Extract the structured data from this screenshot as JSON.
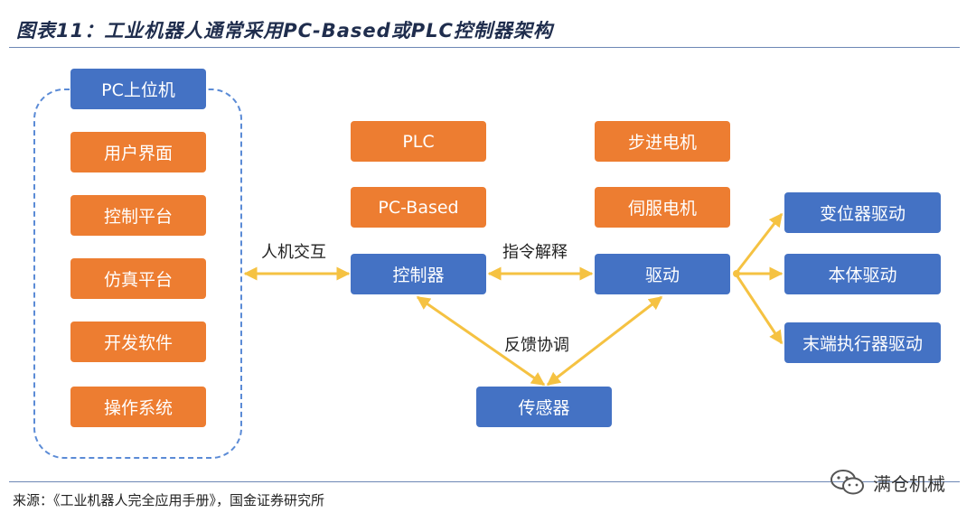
{
  "title": "图表11：工业机器人通常采用PC-Based或PLC控制器架构",
  "pc_group": {
    "header": "PC上位机",
    "items": [
      "用户界面",
      "控制平台",
      "仿真平台",
      "开发软件",
      "操作系统"
    ]
  },
  "controller_types": [
    "PLC",
    "PC-Based"
  ],
  "motor_types": [
    "步进电机",
    "伺服电机"
  ],
  "nodes": {
    "controller": "控制器",
    "drive": "驱动",
    "sensor": "传感器"
  },
  "drive_outputs": [
    "变位器驱动",
    "本体驱动",
    "末端执行器驱动"
  ],
  "edge_labels": {
    "hmi": "人机交互",
    "command": "指令解释",
    "feedback": "反馈协调"
  },
  "source": "来源：《工业机器人完全应用手册》，国金证券研究所",
  "watermark": "满仓机械",
  "colors": {
    "blue": "#4472c4",
    "orange": "#ed7d31",
    "arrow": "#f5c242"
  }
}
